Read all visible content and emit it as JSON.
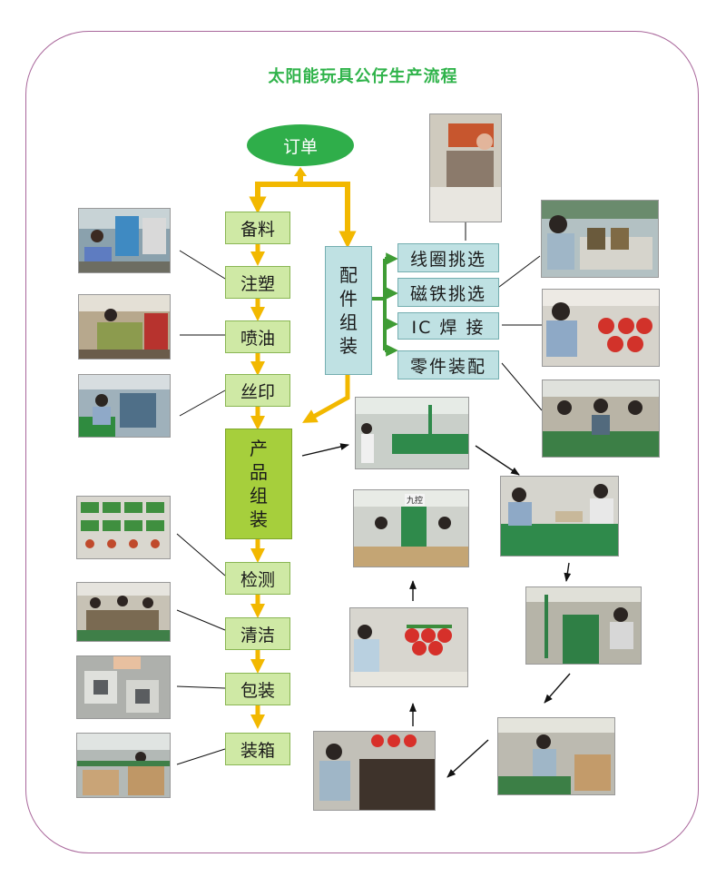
{
  "title": "太阳能玩具公仔生产流程",
  "start": "订单",
  "main_steps": [
    "备料",
    "注塑",
    "喷油",
    "丝印"
  ],
  "product_assembly": [
    "产",
    "品",
    "组",
    "装"
  ],
  "final_steps": [
    "检测",
    "清洁",
    "包装",
    "装箱"
  ],
  "parts_assembly": [
    "配",
    "件",
    "组",
    "装"
  ],
  "parts_steps": [
    "线圈挑选",
    "磁铁挑选",
    "IC 焊 接",
    "零件装配"
  ],
  "panel_label": "九控",
  "colors": {
    "frame": "#a9679b",
    "title": "#2fb34a",
    "step_fill": "#cfe9a5",
    "assembly_fill": "#a6cf3c",
    "parts_fill": "#bfe1e3",
    "flow_arrow": "#f2b800",
    "parts_arrow": "#3f9c35",
    "start_oval": "#2fae4a"
  }
}
